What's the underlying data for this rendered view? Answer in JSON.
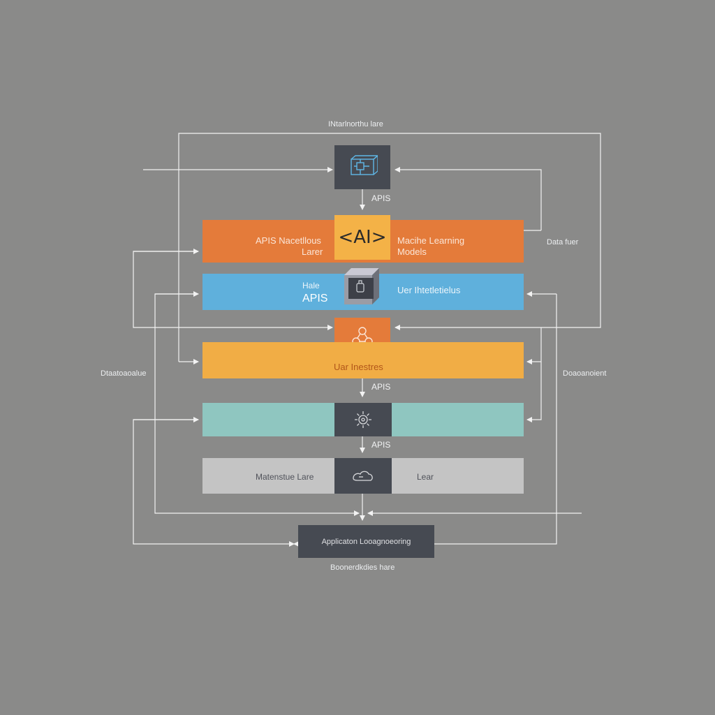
{
  "colors": {
    "background": "#8a8a89",
    "line": "#f2f2f2",
    "orange": "#e47b3a",
    "blue": "#5fb0dc",
    "amber": "#f1ad45",
    "teal": "#8fc6c0",
    "light_gray": "#c4c4c4",
    "dark_node": "#464a52"
  },
  "diagram": {
    "top_label": "INtarlnorthu lare",
    "right_top_label": "Data fuer",
    "left_mid_label": "Dtaatoaoalue",
    "right_mid_label": "Doaoanoient",
    "bottom_label": "Boonerdkdies hare",
    "edges": {
      "apis_1": "APIS",
      "apis_2": "APIS",
      "apis_3": "APIS"
    },
    "layers": {
      "orange": {
        "left_line1": "APIS Nacetllous",
        "left_line2": "Larer",
        "badge": "<AI>",
        "right_line1": "Macihe Learning",
        "right_line2": "Models"
      },
      "blue": {
        "left_line1": "Hale",
        "left_line2": "APIS",
        "right": "Uer Ihtetletielus"
      },
      "amber": {
        "center": "Uar Inestres"
      },
      "gray": {
        "left": "Matenstue Lare",
        "right": "Lear"
      }
    },
    "application_box": "Applicaton Looagnoeoring"
  }
}
